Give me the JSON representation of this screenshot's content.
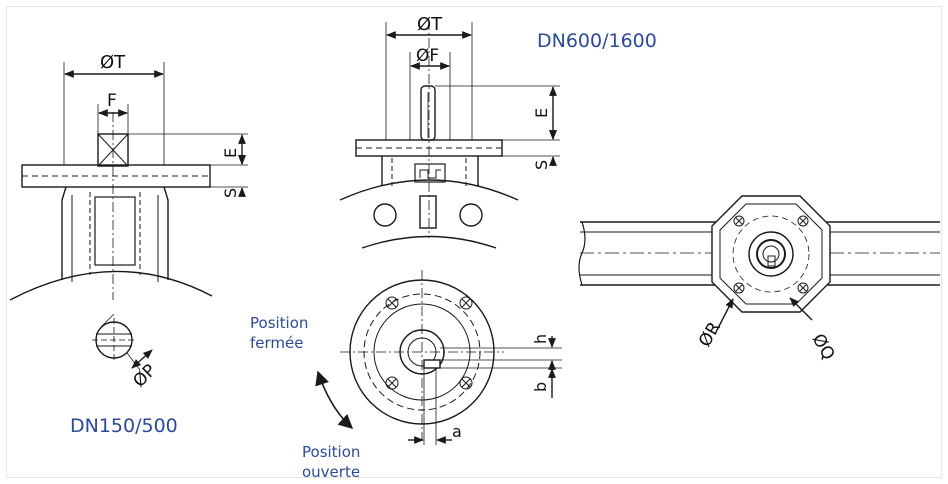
{
  "colors": {
    "line": "#1a1a1a",
    "label_blue": "#2b4a9a",
    "dim_text": "#111111"
  },
  "left_view": {
    "title": "DN150/500",
    "dim_T": "ØT",
    "dim_F": "F",
    "dim_E": "E",
    "dim_S": "S",
    "dim_P": "ØP"
  },
  "middle_view": {
    "title": "DN600/1600",
    "dim_T": "ØT",
    "dim_F": "ØF",
    "dim_E": "E",
    "dim_S": "S",
    "dim_h": "h",
    "dim_b": "b",
    "dim_a": "a",
    "pos_closed_1": "Position",
    "pos_closed_2": "fermée",
    "pos_open_1": "Position",
    "pos_open_2": "ouverte"
  },
  "right_view": {
    "dim_R": "ØR",
    "dim_Q": "ØQ"
  }
}
